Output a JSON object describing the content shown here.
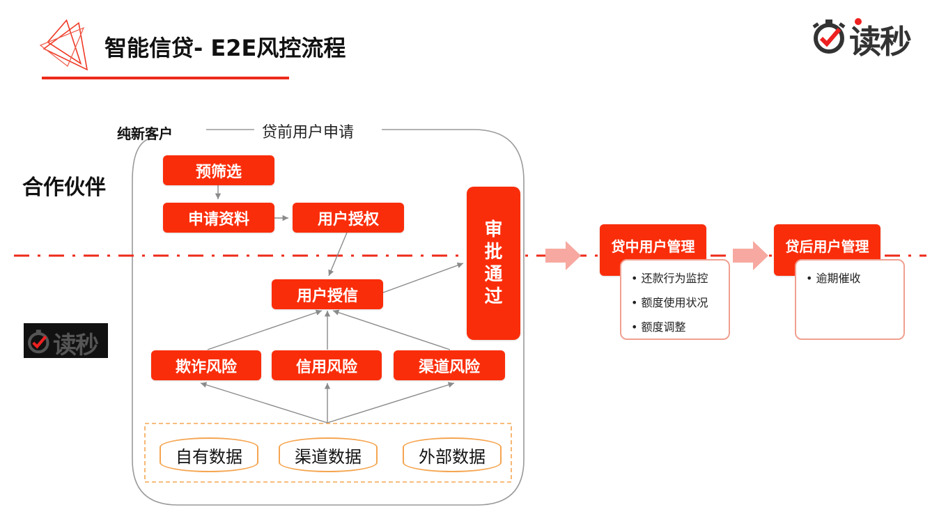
{
  "header": {
    "title": "智能信贷- E2E风控流程",
    "logo_text": "读秒"
  },
  "labels": {
    "new_customer": "纯新客户",
    "pre_loan_group": "贷前用户申请",
    "partner": "合作伙伴",
    "left_logo_text": "读秒"
  },
  "pre_loan": {
    "prescreen": "预筛选",
    "application": "申请资料",
    "authorization": "用户授权",
    "credit_grant": "用户授信",
    "approval_chars": [
      "审",
      "批",
      "通",
      "过"
    ],
    "risks": [
      "欺诈风险",
      "信用风险",
      "渠道风险"
    ],
    "data_sources": [
      "自有数据",
      "渠道数据",
      "外部数据"
    ]
  },
  "in_loan": {
    "title": "贷中用户管理",
    "items": [
      "还款行为监控",
      "额度使用状况",
      "额度调整"
    ]
  },
  "post_loan": {
    "title": "贷后用户管理",
    "items": [
      "逾期催收"
    ]
  },
  "colors": {
    "accent_red": "#fa2d0a",
    "arrow_pink": "#f7a8a0",
    "data_orange": "#f5a550",
    "connector_gray": "#8a8a8a"
  }
}
